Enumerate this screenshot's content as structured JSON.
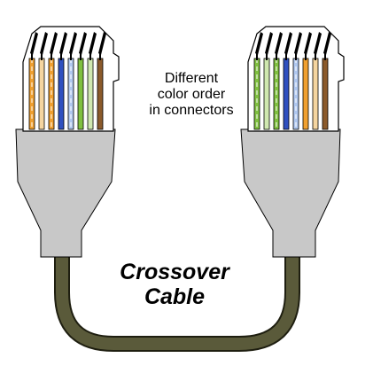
{
  "annotation": {
    "lines": [
      "Different",
      "color order",
      "in connectors"
    ]
  },
  "caption": {
    "lines": [
      "Crossover",
      "Cable"
    ]
  },
  "colors": {
    "cable": "#5a5a3a",
    "cable_outline": "#1e1e10",
    "boot": "#c8c8c8",
    "plug_body": "#ffffff",
    "outline": "#000000"
  },
  "connectors": {
    "left": {
      "wire_colors": [
        "#f0a030",
        "#f5d5a0",
        "#f0a030",
        "#3050c0",
        "#b0c8f0",
        "#80c040",
        "#d0e8b0",
        "#8b5a2b"
      ]
    },
    "right": {
      "wire_colors": [
        "#80c040",
        "#d0e8b0",
        "#80c040",
        "#3050c0",
        "#b0c8f0",
        "#f0a030",
        "#f5d5a0",
        "#8b5a2b"
      ]
    }
  }
}
